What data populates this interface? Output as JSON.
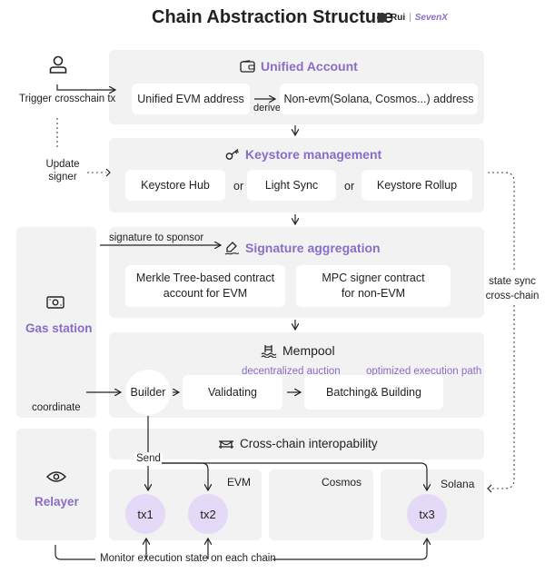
{
  "header": {
    "title": "Chain Abstraction Structure",
    "logo_rui": "Rui",
    "logo_separator": "|",
    "logo_sevenx": "SevenX"
  },
  "left": {
    "trigger": "Trigger crosschain tx",
    "update_signer": "Update signer",
    "signature_to_sponsor": "signature to sponsor",
    "gas_station": "Gas station",
    "coordinate": "coordinate",
    "relayer": "Relayer"
  },
  "unified_account": {
    "title": "Unified Account",
    "evm_address": "Unified EVM address",
    "derive": "derive",
    "non_evm_address": "Non-evm(Solana, Cosmos...) address"
  },
  "keystore": {
    "title": "Keystore management",
    "hub": "Keystore Hub",
    "or1": "or",
    "light_sync": "Light Sync",
    "or2": "or",
    "rollup": "Keystore Rollup"
  },
  "signature": {
    "title": "Signature aggregation",
    "merkle": "Merkle Tree-based contract account for EVM",
    "mpc": "MPC signer contract for non-EVM"
  },
  "mempool": {
    "title": "Mempool",
    "decentralized_auction": "decentralized auction",
    "optimized_path": "optimized execution path",
    "builder": "Builder",
    "validating": "Validating",
    "batching": "Batching& Building"
  },
  "interop": {
    "title": "Cross-chain interopability",
    "send": "Send",
    "evm": "EVM",
    "cosmos": "Cosmos",
    "solana": "Solana",
    "tx1": "tx1",
    "tx2": "tx2",
    "tx3": "tx3"
  },
  "right": {
    "state_sync": "state sync cross-chain"
  },
  "bottom": {
    "monitor": "Monitor execution state on each chain"
  },
  "colors": {
    "accent": "#8b6cc7",
    "panel": "#f2f2f2",
    "tx_fill": "#e4d9f7"
  }
}
